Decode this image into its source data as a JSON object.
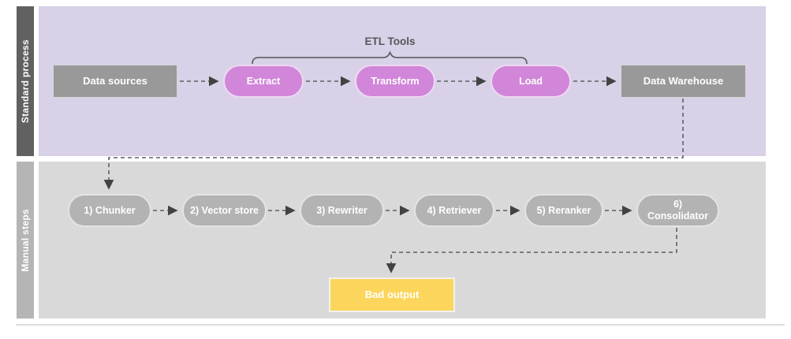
{
  "diagram": {
    "lanes": [
      {
        "label": "Standard process"
      },
      {
        "label": "Manual steps"
      }
    ],
    "bracket_label": "ETL Tools",
    "standard_nodes": [
      {
        "label": "Data sources"
      },
      {
        "label": "Extract"
      },
      {
        "label": "Transform"
      },
      {
        "label": "Load"
      },
      {
        "label": "Data Warehouse"
      }
    ],
    "manual_nodes": [
      {
        "label": "1) Chunker"
      },
      {
        "label": "2) Vector store"
      },
      {
        "label": "3) Rewriter"
      },
      {
        "label": "4) Retriever"
      },
      {
        "label": "5) Reranker"
      },
      {
        "label": "6) Consolidator"
      }
    ],
    "output_node": {
      "label": "Bad output"
    },
    "edges": [
      "Data sources -> Extract",
      "Extract -> Transform",
      "Transform -> Load",
      "Load -> Data Warehouse",
      "Data Warehouse -> 1) Chunker",
      "1) Chunker -> 2) Vector store",
      "2) Vector store -> 3) Rewriter",
      "3) Rewriter -> 4) Retriever",
      "4) Retriever -> 5) Reranker",
      "5) Reranker -> 6) Consolidator",
      "6) Consolidator -> Bad output"
    ],
    "colors": {
      "standard_lane_bar": "#616161",
      "standard_lane_bg": "#d8d1e8",
      "manual_lane_bar": "#b5b5b5",
      "manual_lane_bg": "#d9d9d9",
      "gray_node": "#999999",
      "etl_pill": "#d186d9",
      "manual_pill": "#b3b3b3",
      "bad_output": "#fcd55c",
      "connector": "#5f5f5f"
    }
  }
}
